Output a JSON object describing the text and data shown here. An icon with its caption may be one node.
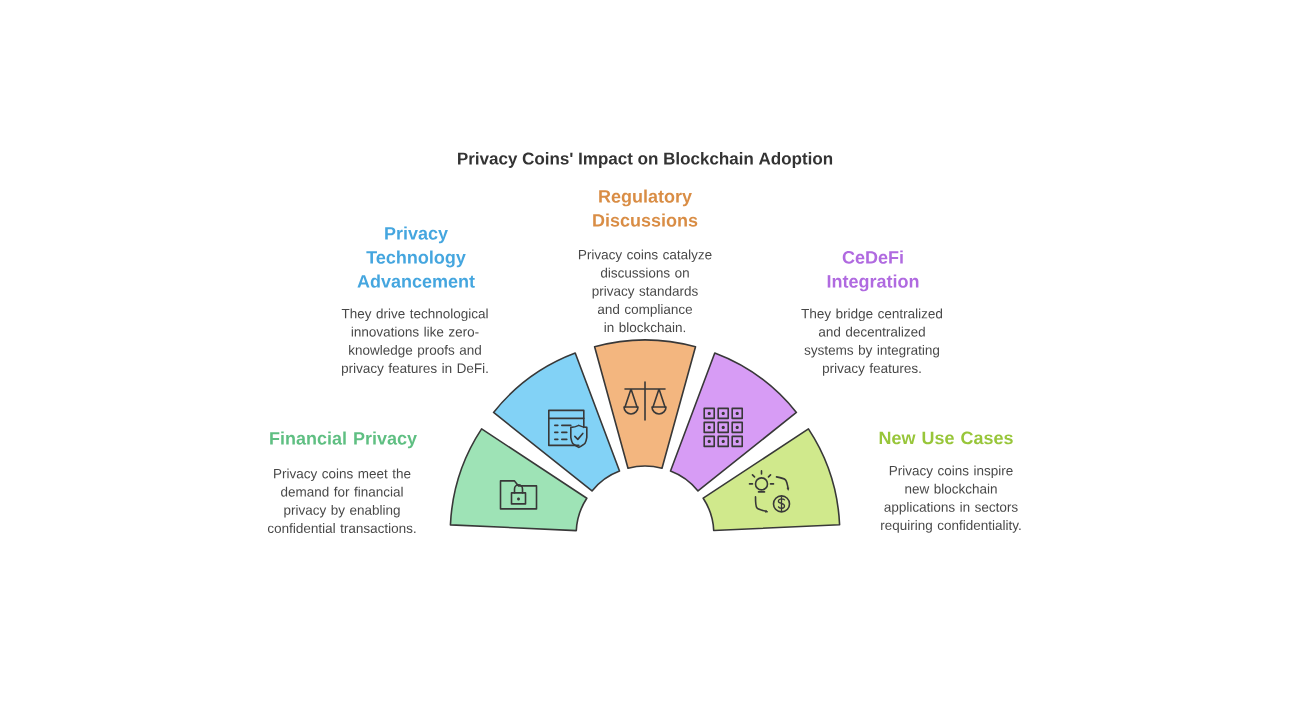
{
  "diagram": {
    "title": "Privacy Coins' Impact on Blockchain Adoption",
    "nodes": [
      {
        "text": [
          "Financial Privacy",
          "Privacy coins meet the demand for financial privacy by enabling confidential transactions."
        ]
      },
      {
        "text": [
          "Privacy Technology Advancement",
          "They drive technological innovations like zero-knowledge proofs and privacy features in DeFi."
        ]
      },
      {
        "text": [
          "Regulatory Discussions",
          "Privacy coins catalyze discussions on privacy standards and compliance in blockchain."
        ]
      },
      {
        "text": [
          "CeDeFi Integration",
          "They bridge centralized and decentralized systems by integrating privacy features."
        ]
      },
      {
        "text": [
          "New Use Cases",
          "Privacy coins inspire new blockchain applications in sectors requiring confidentiality."
        ]
      }
    ]
  }
}
